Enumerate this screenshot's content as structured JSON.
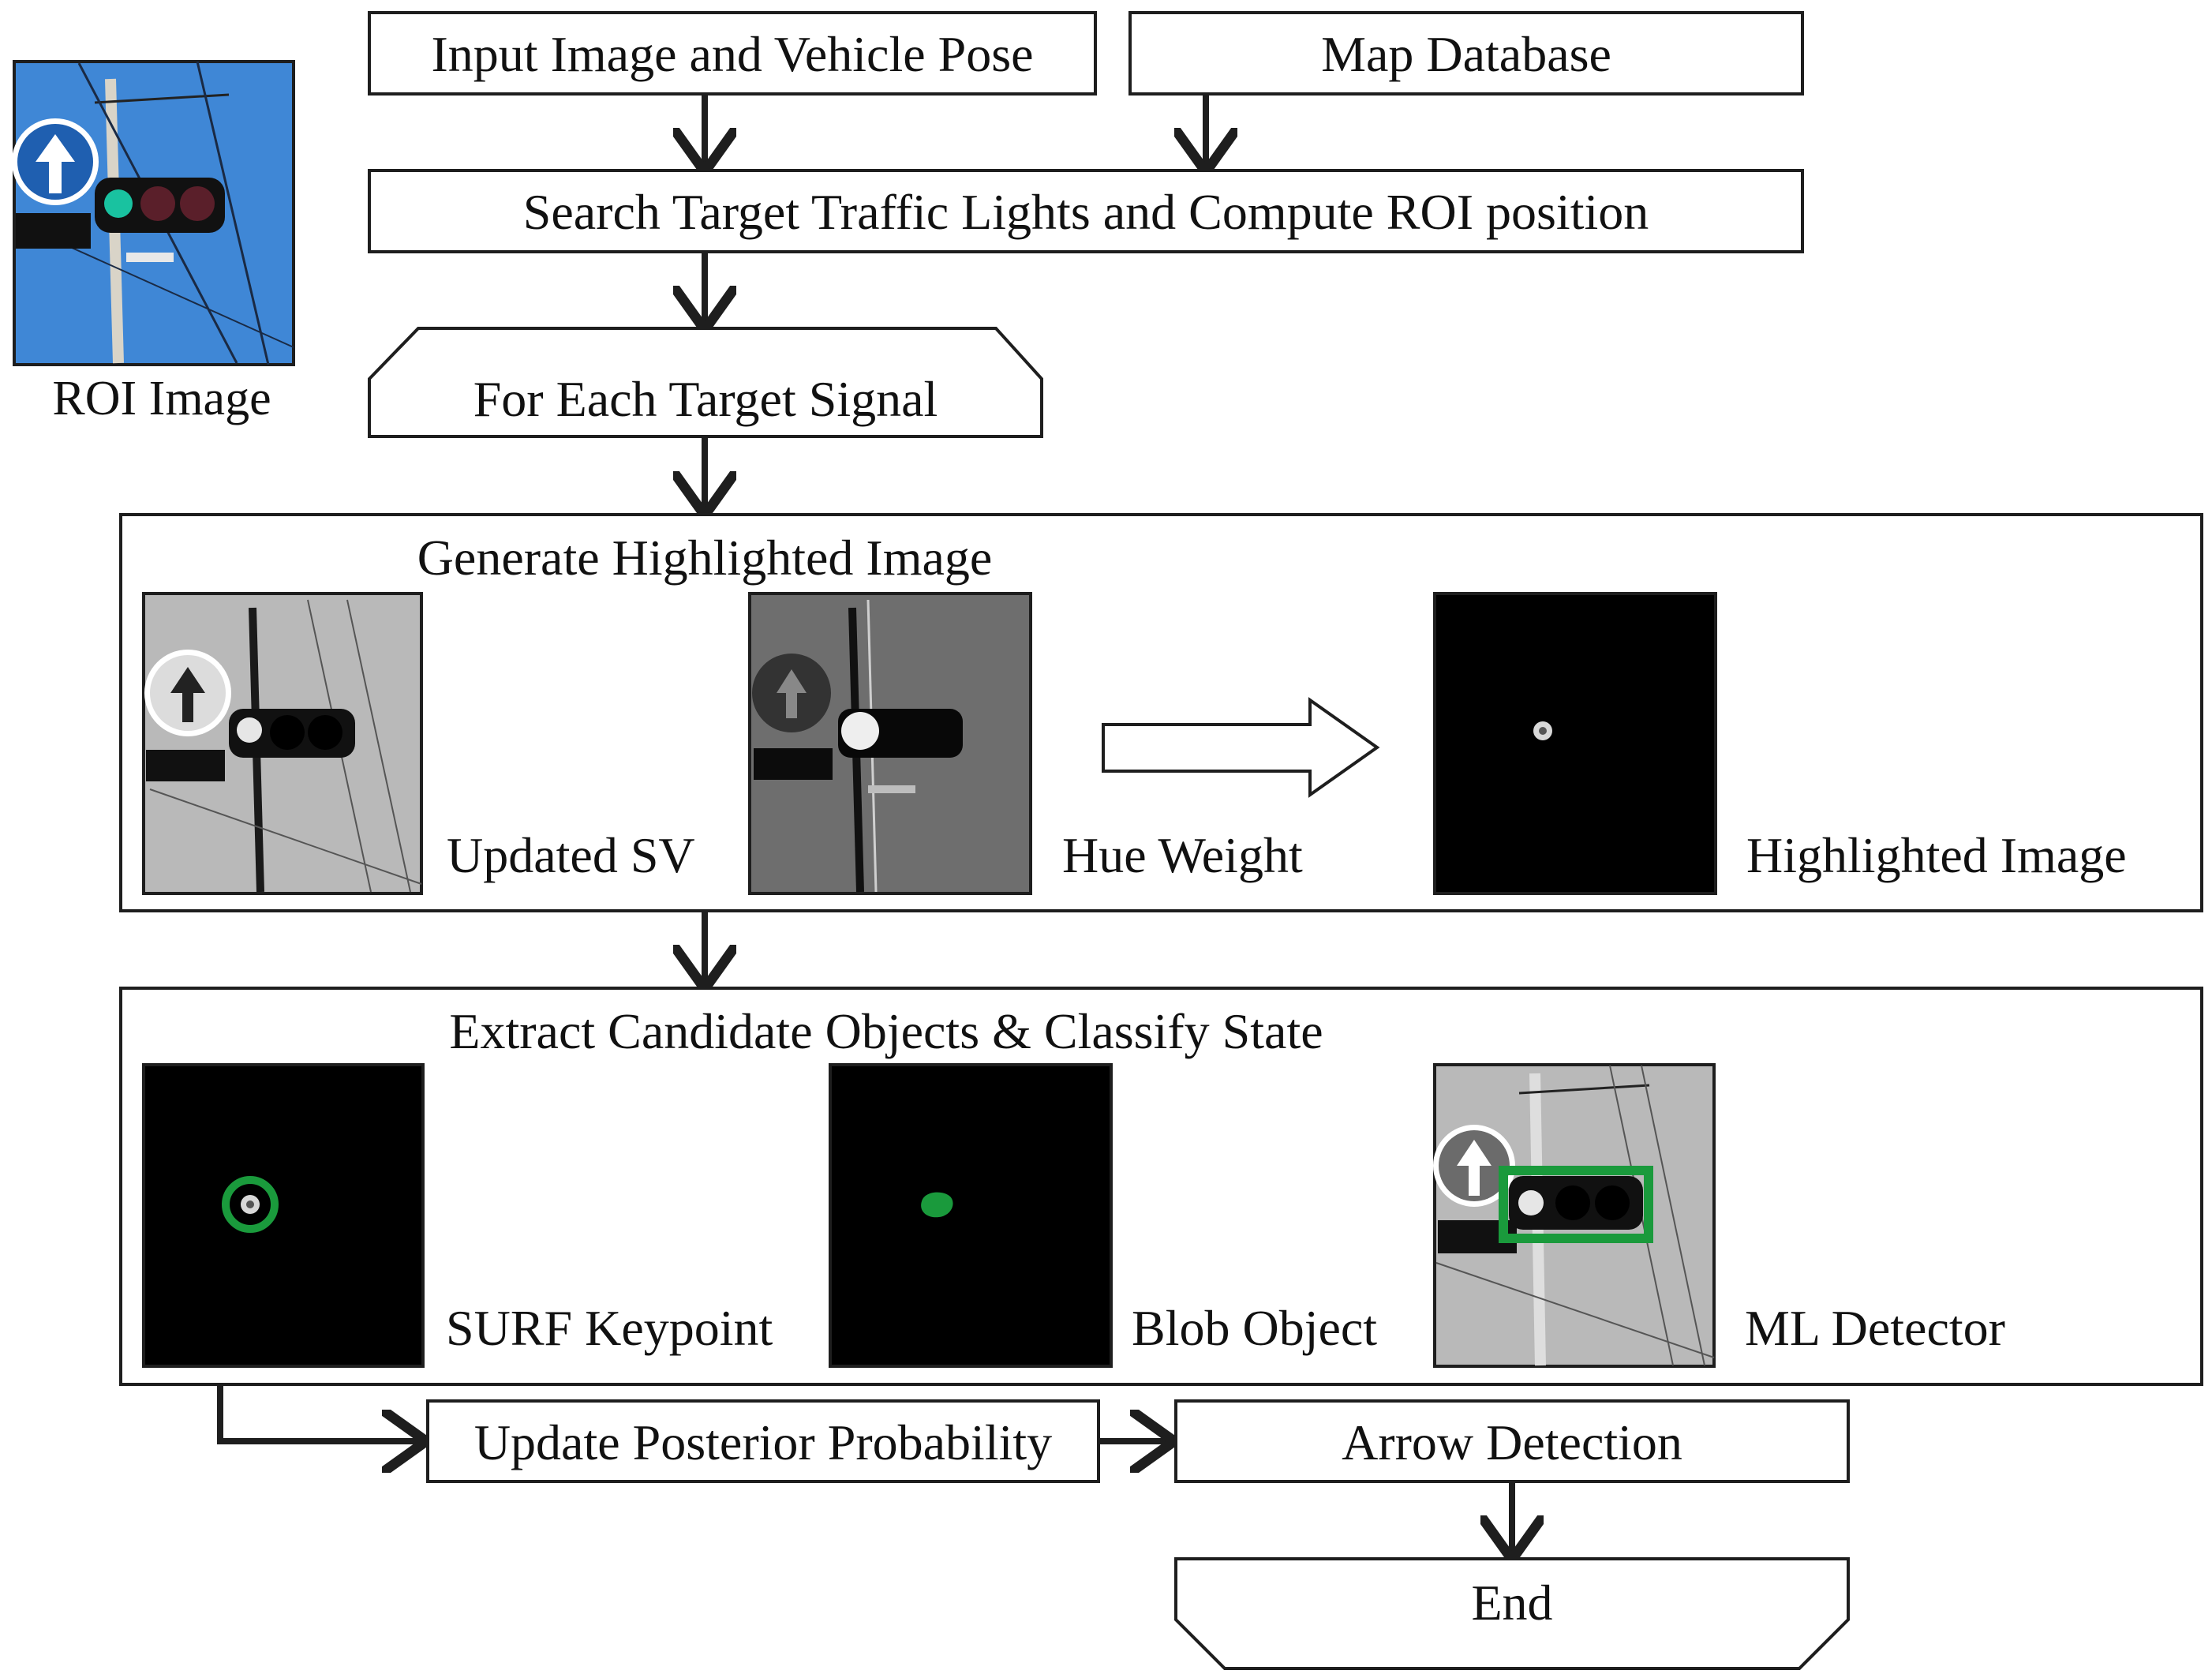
{
  "roi": {
    "caption": "ROI Image"
  },
  "flow": {
    "input_box": "Input Image and Vehicle Pose",
    "map_box": "Map Database",
    "search_box": "Search Target Traffic Lights and Compute ROI position",
    "loop_box": "For Each Target Signal",
    "arrow_detection": "Arrow Detection",
    "posterior": "Update Posterior Probability",
    "end_box": "End"
  },
  "highlight_panel": {
    "title": "Generate Highlighted Image",
    "captions": [
      "Updated SV",
      "Hue Weight",
      "Highlighted Image"
    ]
  },
  "extract_panel": {
    "title": "Extract Candidate Objects & Classify State",
    "captions": [
      "SURF Keypoint",
      "Blob Object",
      "ML Detector"
    ]
  },
  "colors": {
    "stroke": "#1e1e1e",
    "sky_blue": "#3f87d6",
    "sign_blue": "#1f5fb0",
    "detect_green": "#1a9a3c",
    "signal_teal": "#19c2a0",
    "gray_bg": "#b9b9b9"
  }
}
